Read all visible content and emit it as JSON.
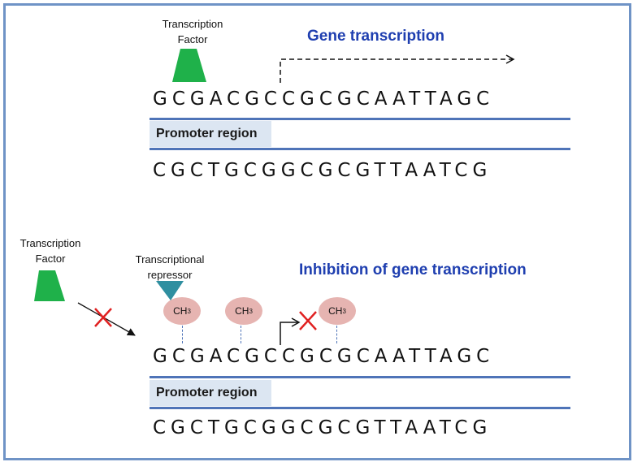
{
  "top_panel": {
    "tf_label_line1": "Transcription",
    "tf_label_line2": "Factor",
    "title": "Gene transcription",
    "sequence_top": "GCGACGCCGCGCAATTAGC",
    "promoter_label": "Promoter region",
    "sequence_bottom": "CGCTGCGGCGCGTTAATCG"
  },
  "bottom_panel": {
    "tf_label_line1": "Transcription",
    "tf_label_line2": "Factor",
    "repressor_label_line1": "Transcriptional",
    "repressor_label_line2": "repressor",
    "title": "Inhibition of gene transcription",
    "methyl_groups": [
      {
        "label": "CH",
        "sub": "3"
      },
      {
        "label": "CH",
        "sub": "3"
      },
      {
        "label": "CH",
        "sub": "3"
      }
    ],
    "sequence_top": "GCGACGCCGCGCAATTAGC",
    "promoter_label": "Promoter region",
    "sequence_bottom": "CGCTGCGGCGCGTTAATCG"
  },
  "colors": {
    "frame": "#6f93c6",
    "title": "#1f3fb0",
    "strand": "#4f74b8",
    "promoter_fill": "#dce6f2",
    "transcription_factor": "#1fb14a",
    "repressor": "#2f8fa0",
    "methyl": "#e6b4b1",
    "block_cross": "#e02020"
  }
}
